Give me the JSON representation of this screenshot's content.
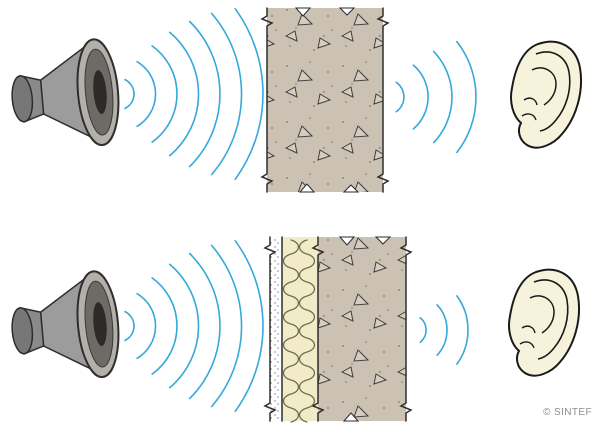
{
  "meta": {
    "copyright": "© SINTEF"
  },
  "colors": {
    "wave": "#35A8DC",
    "outline": "#2E2E2E",
    "concrete": "#CBC2B3",
    "insulation": "#F1EBC7",
    "board": "#FFFFFF",
    "speaker_gray": "#9C9C9C",
    "ear_fill": "#F7F2DC"
  },
  "panels": [
    {
      "id": "top",
      "label": "sound-through-single-concrete-wall",
      "source_wave_count": 7,
      "transmitted_wave_count": 4,
      "wall_layers": [
        "concrete"
      ]
    },
    {
      "id": "bottom",
      "label": "sound-through-wall-with-board-and-insulation-lining",
      "source_wave_count": 7,
      "transmitted_wave_count": 3,
      "wall_layers": [
        "board",
        "insulation",
        "concrete"
      ]
    }
  ]
}
